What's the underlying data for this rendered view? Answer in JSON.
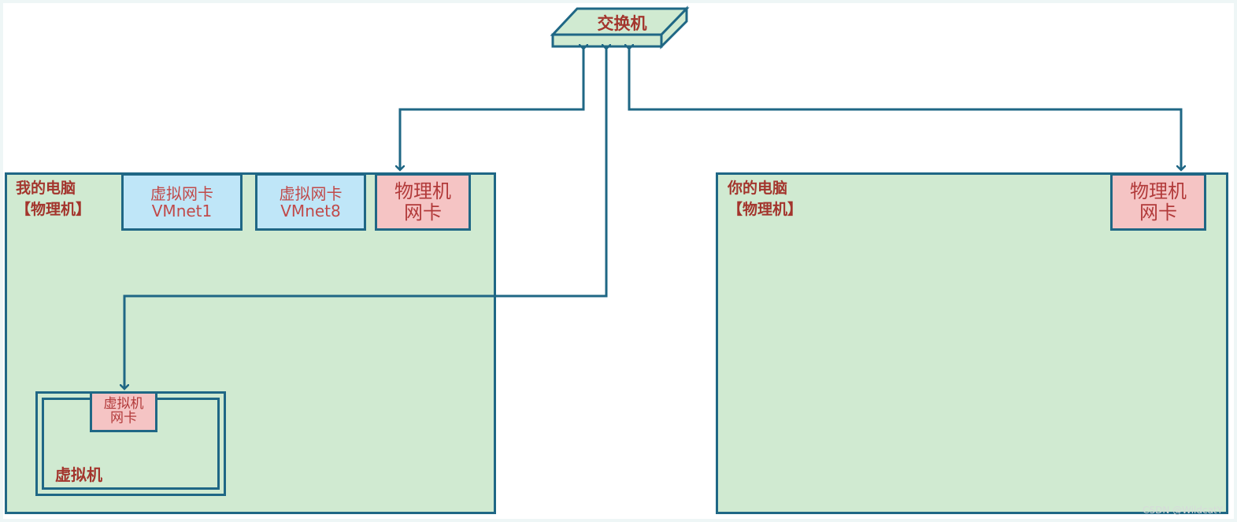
{
  "switch": {
    "label": "交换机"
  },
  "my_pc": {
    "label": "我的电脑\n【物理机】",
    "nics": {
      "vmnet1": "虚拟网卡\nVMnet1",
      "vmnet8": "虚拟网卡\nVMnet8",
      "physical": "物理机\n网卡"
    },
    "vm": {
      "label": "虚拟机",
      "nic": "虚拟机\n网卡"
    }
  },
  "your_pc": {
    "label": "你的电脑\n【物理机】",
    "nic": "物理机\n网卡"
  },
  "watermark": "CSDN @WildcatY",
  "colors": {
    "stroke": "#1f6785",
    "pc_fill": "#d0ead1",
    "virtual_nic_fill": "#bfe6f8",
    "physical_nic_fill": "#f5c4c4",
    "label_text": "#a3352d"
  }
}
